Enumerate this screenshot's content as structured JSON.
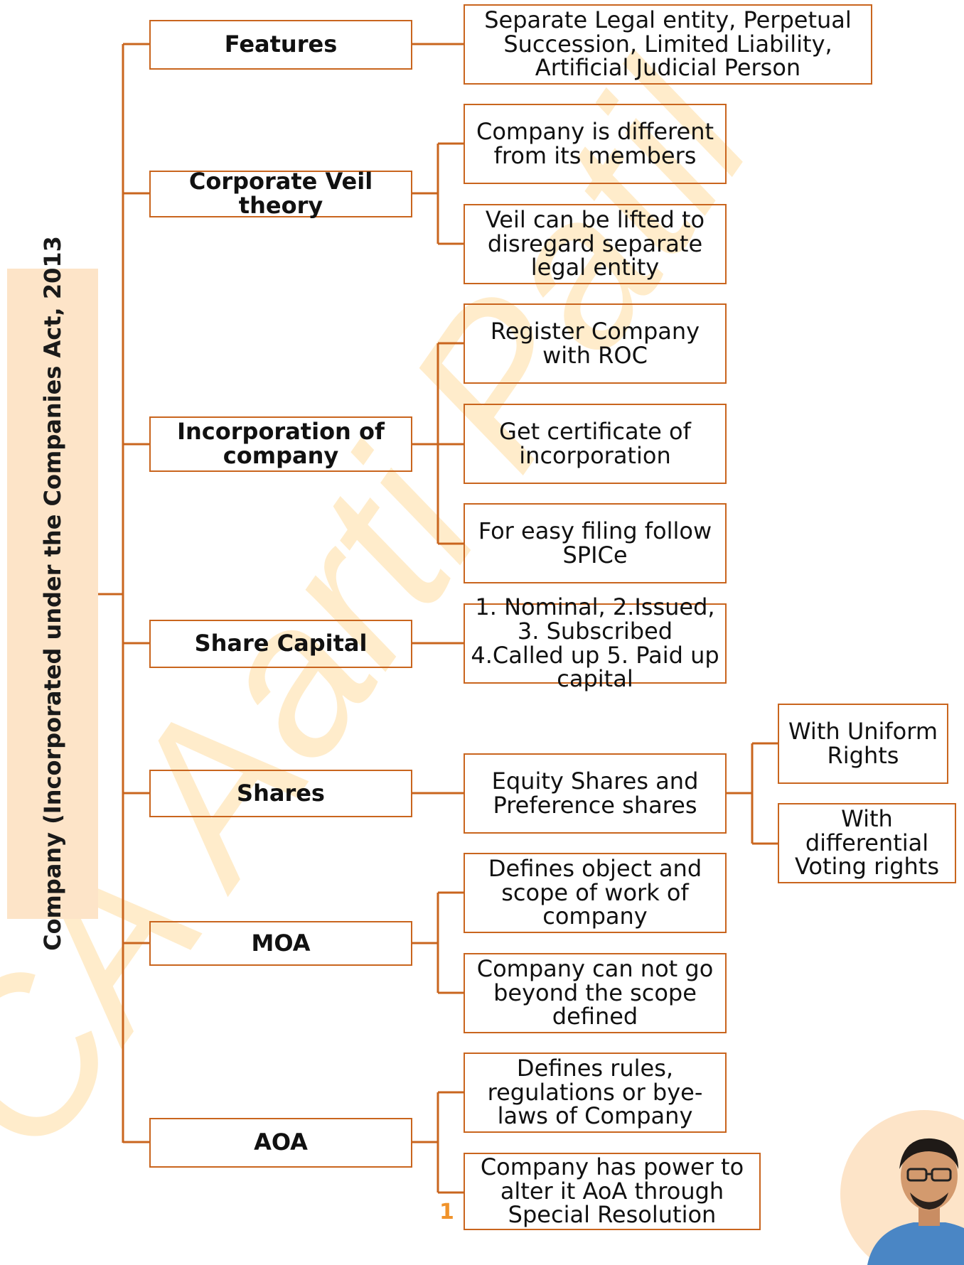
{
  "root": {
    "label": "Company (Incorporated under the Companies Act, 2013"
  },
  "watermark": {
    "text": "CA Aarti Patil"
  },
  "colors": {
    "accent": "#c9651e",
    "root_bg": "#fde4c8",
    "page_number": "#f0932b",
    "watermark": "#ffe9c2"
  },
  "topics": [
    {
      "label": "Features",
      "children": [
        "Separate Legal entity, Perpetual Succession, Limited Liability, Artificial Judicial Person"
      ]
    },
    {
      "label": "Corporate Veil theory",
      "children": [
        "Company is different from its members",
        "Veil can be lifted to disregard separate legal entity"
      ]
    },
    {
      "label": "Incorporation of company",
      "children": [
        "Register Company with ROC",
        "Get certificate of incorporation",
        "For easy filing follow SPICe"
      ]
    },
    {
      "label": "Share Capital",
      "children": [
        "1. Nominal, 2.Issued, 3. Subscribed 4.Called up 5. Paid up capital"
      ]
    },
    {
      "label": "Shares",
      "children": [
        "Equity Shares and Preference shares"
      ],
      "sub_children": [
        "With Uniform Rights",
        "With differential Voting rights"
      ]
    },
    {
      "label": "MOA",
      "children": [
        "Defines object and scope of work of company",
        "Company can not go beyond the scope defined"
      ]
    },
    {
      "label": "AOA",
      "children": [
        "Defines rules, regulations or bye-laws of Company",
        "Company has power to alter it AoA through Special Resolution"
      ]
    }
  ],
  "page_number": "1",
  "icons": {
    "avatar": "presenter-avatar-icon"
  }
}
